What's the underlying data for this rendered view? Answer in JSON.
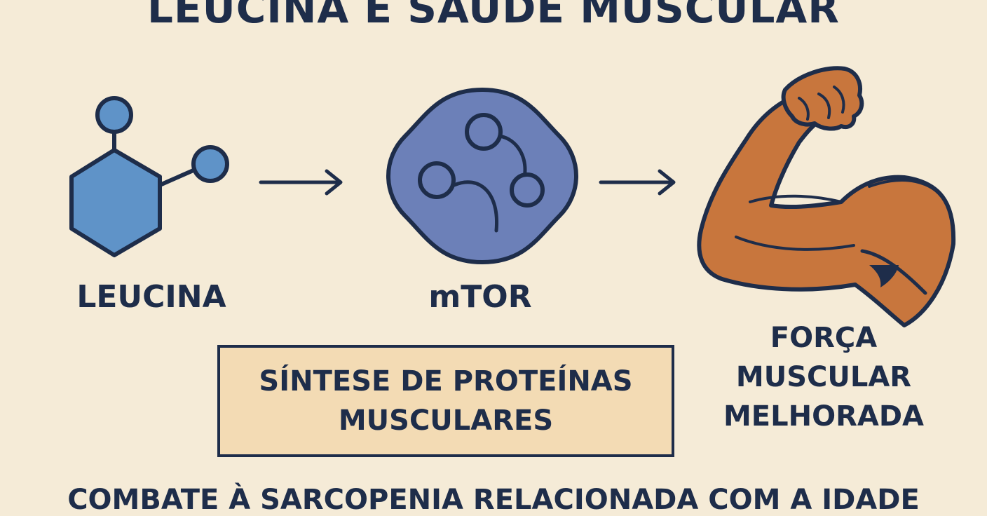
{
  "title": "LEUCINA E SAÚDE MUSCULAR",
  "nodes": {
    "leucina": "LEUCINA",
    "mtor": "mTOR",
    "forca": [
      "FORÇA",
      "MUSCULAR",
      "MELHORADA"
    ]
  },
  "synthesis_box": [
    "SÍNTESE DE PROTEÍNAS",
    "MUSCULARES"
  ],
  "footer": "COMBATE À SARCOPENIA RELACIONADA COM A IDADE",
  "icons": [
    "molecule-icon",
    "mtor-complex-icon",
    "flexed-arm-icon",
    "arrow-right-icon"
  ],
  "colors": {
    "background": "#f5ebd7",
    "text": "#1e2d4a",
    "molecule_fill": "#5f93c8",
    "mtor_fill": "#6c80b8",
    "skin": "#c8763d",
    "box_fill": "#f3dbb4"
  }
}
